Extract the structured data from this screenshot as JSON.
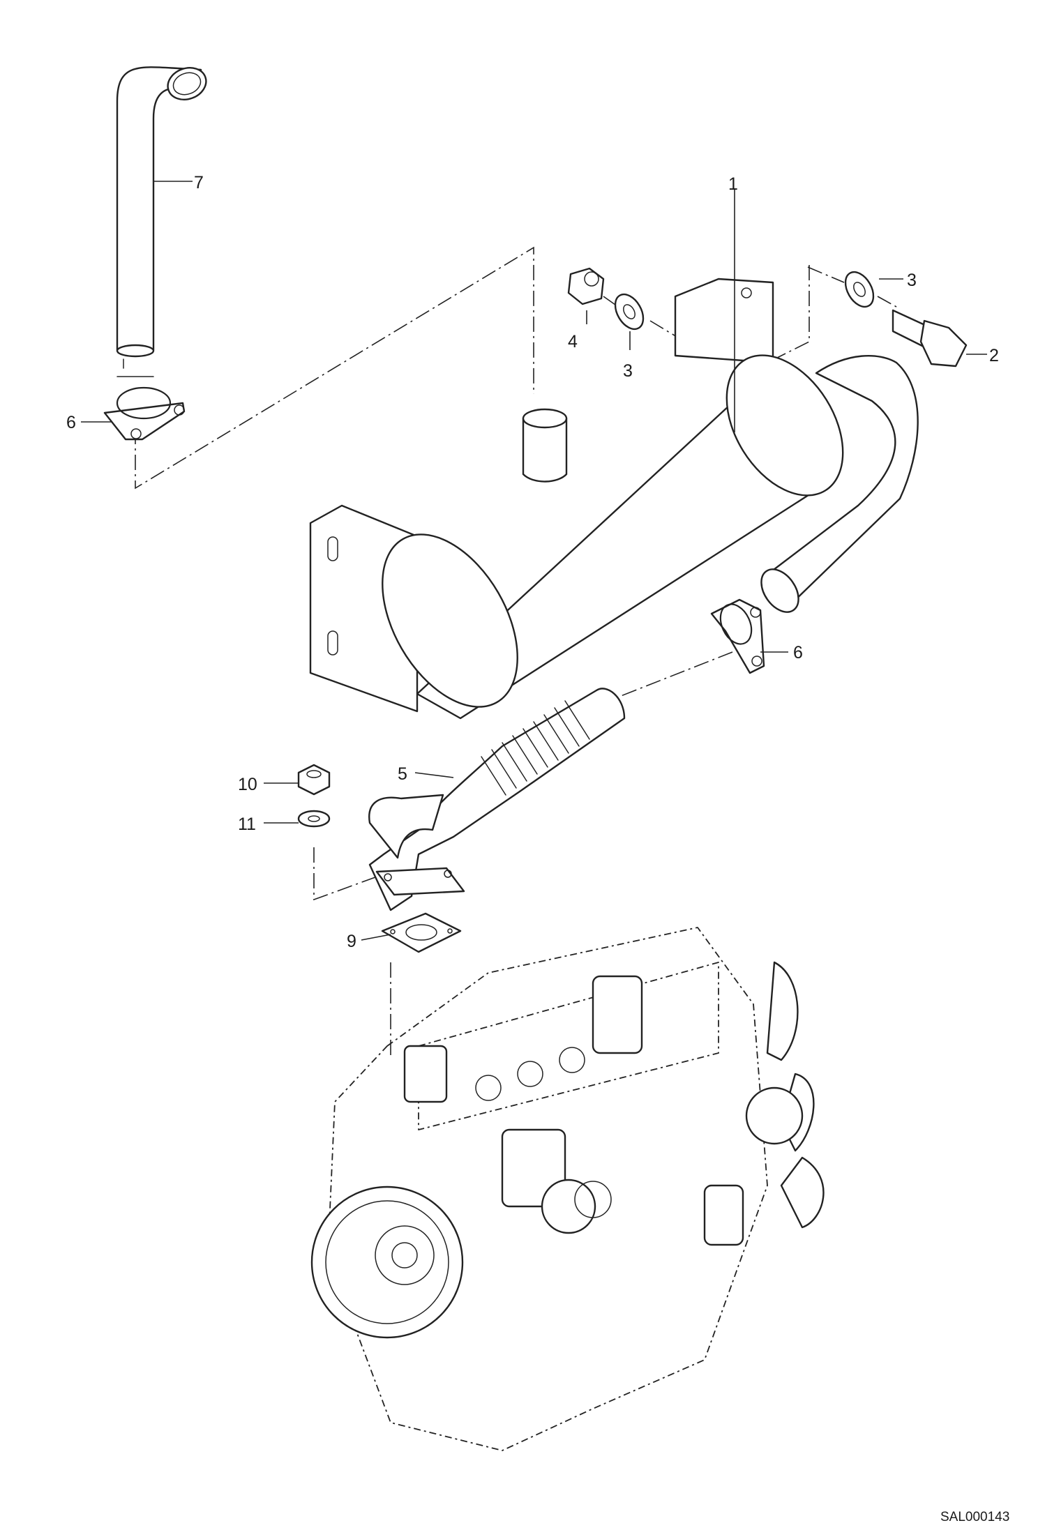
{
  "figure_code": "SAL000143",
  "callouts": {
    "c1": "1",
    "c2": "2",
    "c3a": "3",
    "c3b": "3",
    "c4": "4",
    "c5": "5",
    "c6a": "6",
    "c6b": "6",
    "c7": "7",
    "c9": "9",
    "c10": "10",
    "c11": "11"
  }
}
